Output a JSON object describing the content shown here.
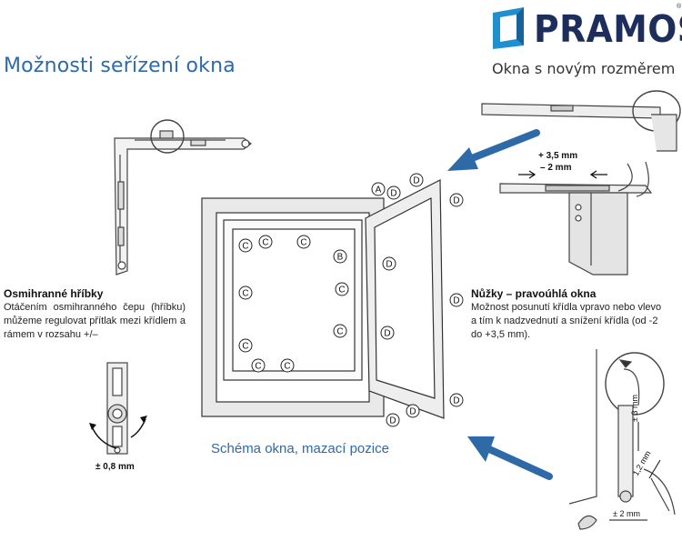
{
  "header": {
    "title": "Možnosti seřízení okna",
    "brand": "PRAMOS",
    "registered": "®",
    "tagline": "Okna s novým rozměrem"
  },
  "left_section": {
    "heading": "Osmihranné hříbky",
    "body": "Otáčením osmihranného čepu (hříbku) můžeme regulovat přítlak mezi křídlem a rámem v rozsahu +/–",
    "dimension": "± 0,8 mm"
  },
  "right_section": {
    "heading": "Nůžky – pravoúhlá okna",
    "body": "Možnost posunutí křídla vpravo nebo vlevo a tím k nadzvednutí a snížení křídla (od -2 do +3,5 mm).",
    "dim_plus": "+ 3,5 mm",
    "dim_minus": "– 2 mm"
  },
  "hinge_detail": {
    "dim_vertical": "± 3 mm",
    "dim_diagonal": "1,2 mm",
    "dim_horizontal": "± 2 mm"
  },
  "diagram": {
    "caption": "Schéma okna, mazací pozice",
    "point_labels": [
      "A",
      "B",
      "C",
      "D"
    ]
  },
  "colors": {
    "accent_blue": "#2e6aa7",
    "logo_blue": "#1f8fd0",
    "brand_navy": "#1d2e5c"
  }
}
